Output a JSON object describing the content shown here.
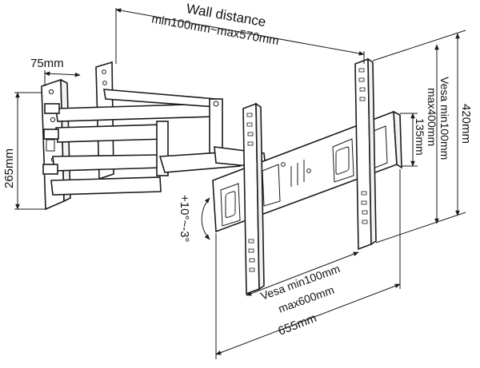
{
  "diagram": {
    "labels": {
      "wall_distance": "Wall distance",
      "wall_distance_range": "min100mm~max570mm",
      "wall_plate_width": "75mm",
      "wall_plate_height": "265mm",
      "tilt": "+10°~-3°",
      "vesa_vertical_1": "Vesa min100mm",
      "vesa_vertical_2": "max400mm",
      "plate_height": "135mm",
      "total_height": "420mm",
      "vesa_horizontal_1": "Vesa min100mm",
      "vesa_horizontal_2": "max600mm",
      "total_width": "655mm"
    }
  }
}
